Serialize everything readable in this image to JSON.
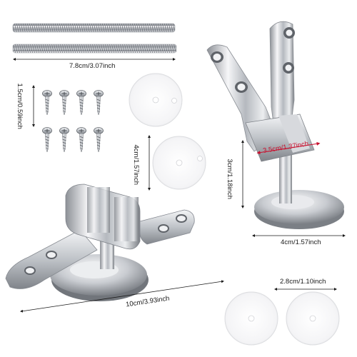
{
  "dimensions": {
    "rod_length": "7.8cm/3.07inch",
    "screw_length": "1.5cm/0.59inch",
    "large_washer": "4cm/1.57inch",
    "hinge_width": "3.5cm/1.37inch",
    "hinge_height": "3cm/1.18inch",
    "base_diameter": "4cm/1.57inch",
    "small_washer": "2.8cm/1.10inch",
    "hinge_span": "10cm/3.93inch"
  },
  "colors": {
    "label_text": "#1a1a1a",
    "accent_arrow": "#c8102e",
    "chrome_light": "#f2f2f4",
    "chrome_mid": "#b8bcc2",
    "chrome_dark": "#6d7178"
  },
  "parts": {
    "threaded_rod_count": 2,
    "screw_count": 8,
    "large_washer_count": 2,
    "small_washer_count": 2,
    "hinge_count": 2
  }
}
